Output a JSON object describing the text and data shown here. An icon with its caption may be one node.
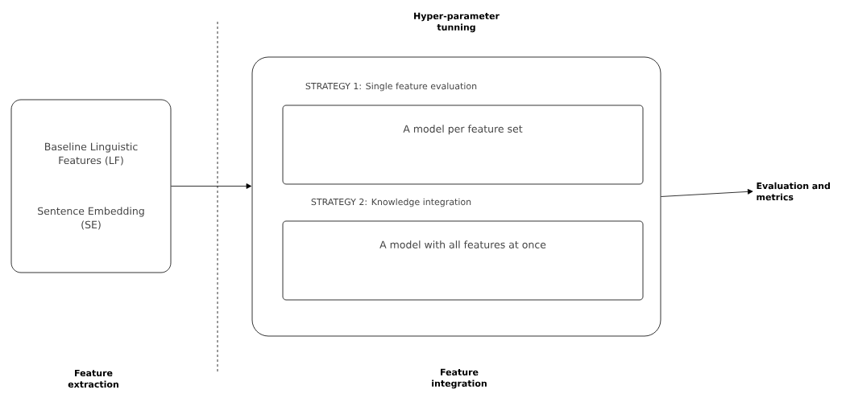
{
  "diagram": {
    "nodes": [
      {
        "text": [
          "Baseline Linguistic Features (LF)",
          "Sentence Embedding (SE)"
        ]
      },
      {
        "text": [
          "Hyper-parameter tunning"
        ]
      },
      {
        "text": [
          "STRATEGY 1: Single feature evaluation",
          "A model per feature set"
        ],
        "in": 1
      },
      {
        "text": [
          "STRATEGY 2: Knowledge integration",
          "A model with all features at once"
        ],
        "in": 1
      },
      {
        "text": [
          "Evaluation and metrics"
        ]
      }
    ],
    "edges": [
      {
        "from": 0,
        "to": 1,
        "arrow": "to"
      },
      {
        "from": 1,
        "to": 4,
        "arrow": "to"
      }
    ],
    "labels": [
      "Feature extraction",
      "Feature integration"
    ]
  }
}
